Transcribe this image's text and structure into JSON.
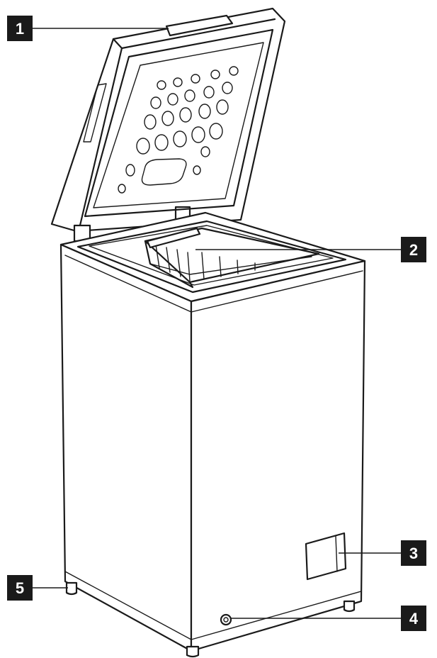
{
  "callouts": [
    {
      "id": "1",
      "label": "1"
    },
    {
      "id": "2",
      "label": "2"
    },
    {
      "id": "3",
      "label": "3"
    },
    {
      "id": "4",
      "label": "4"
    },
    {
      "id": "5",
      "label": "5"
    }
  ],
  "colors": {
    "ink": "#1a1a1a",
    "background": "#ffffff",
    "callout_fill": "#1a1a1a",
    "callout_text": "#ffffff"
  }
}
